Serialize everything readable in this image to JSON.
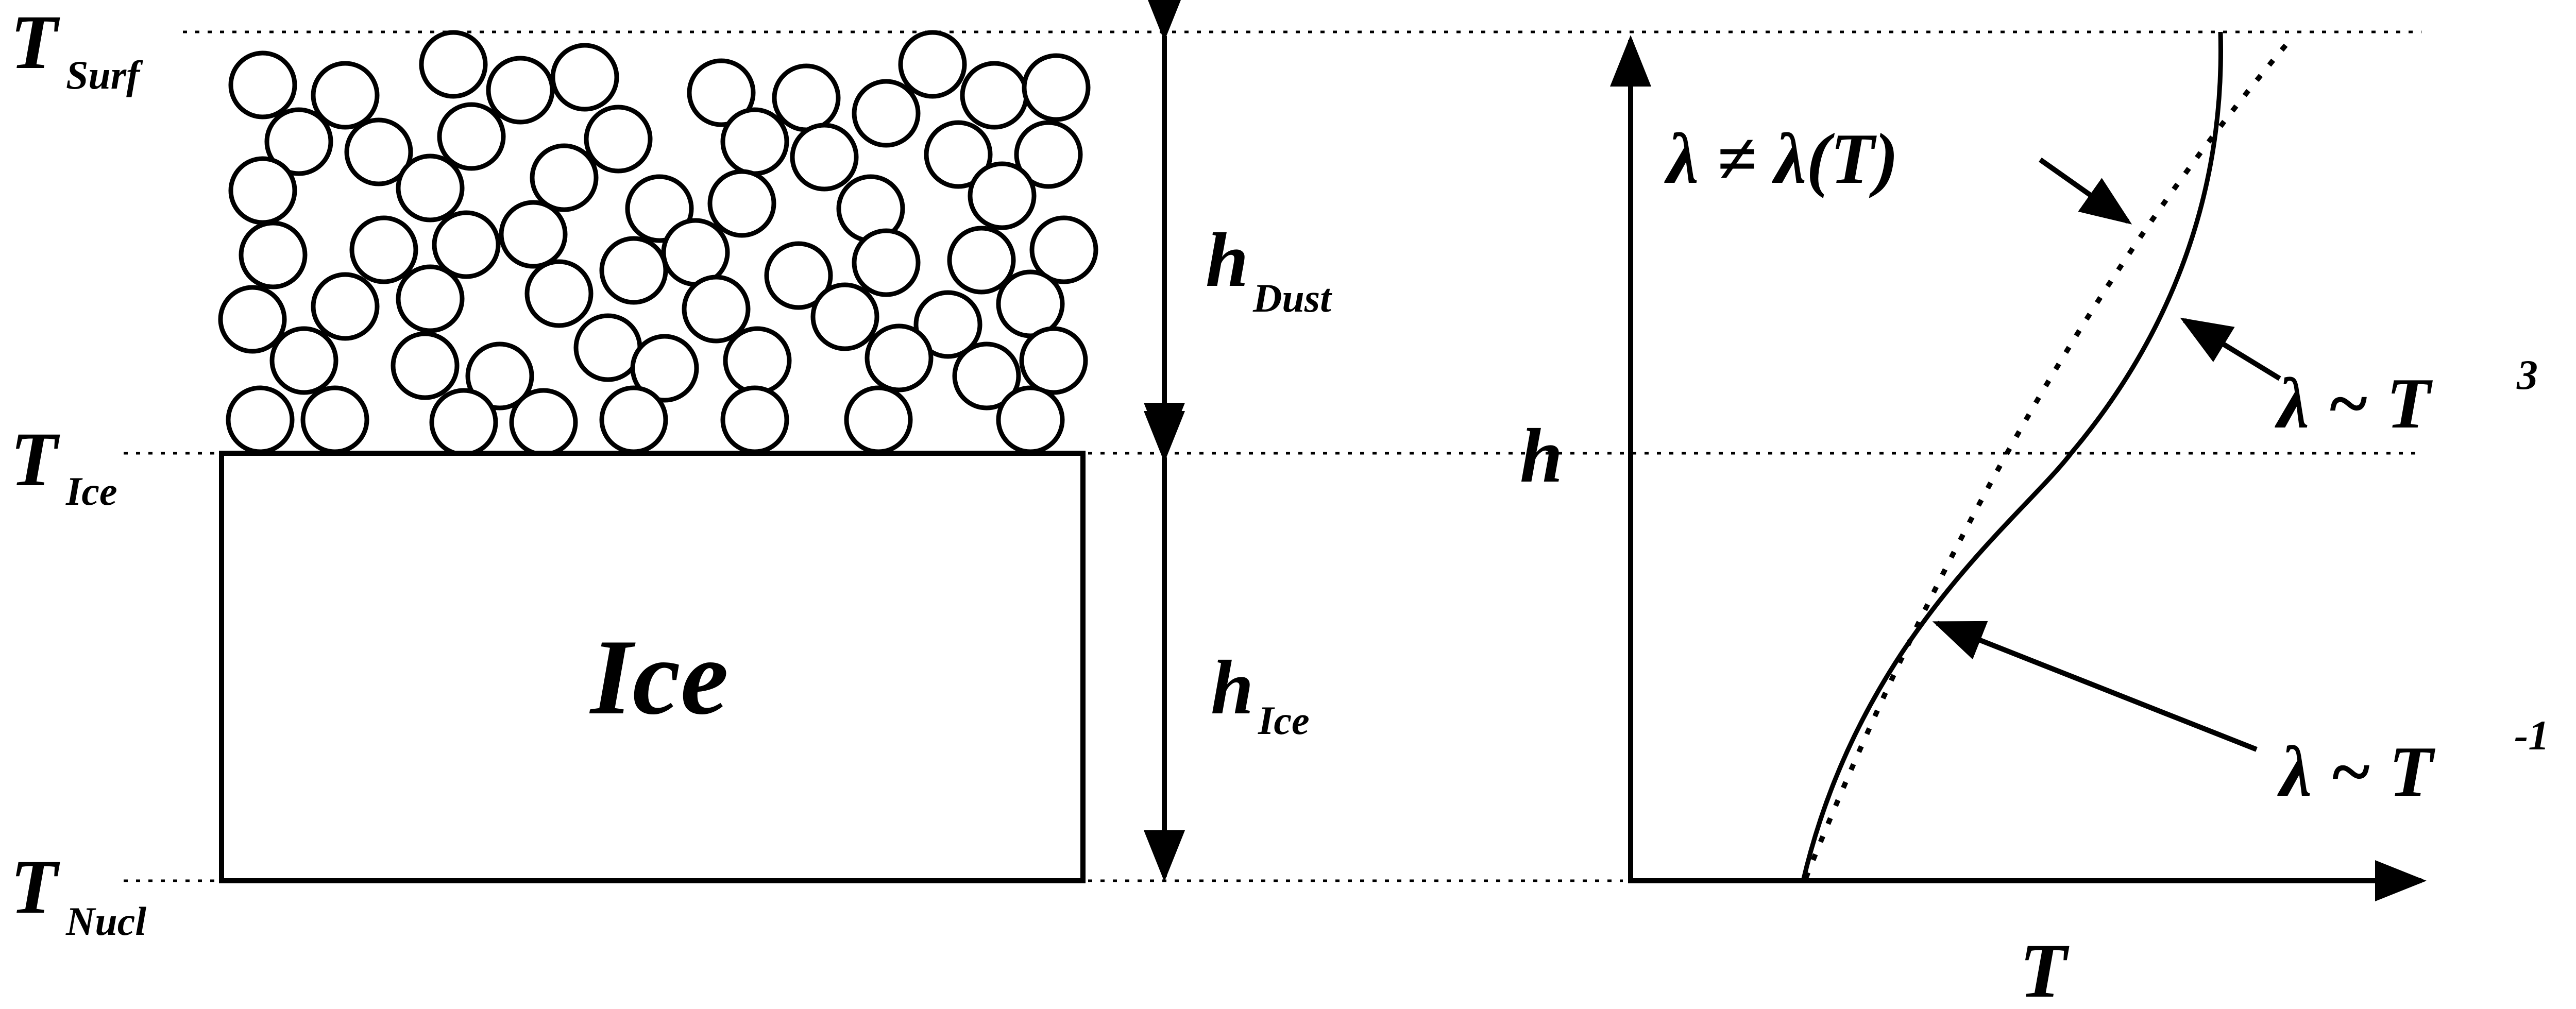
{
  "levels": {
    "surf": {
      "symbol": "T",
      "sub": "Surf"
    },
    "ice": {
      "symbol": "T",
      "sub": "Ice"
    },
    "nucl": {
      "symbol": "T",
      "sub": "Nucl"
    }
  },
  "thickness": {
    "dust": {
      "symbol": "h",
      "sub": "Dust"
    },
    "ice": {
      "symbol": "h",
      "sub": "Ice"
    }
  },
  "ice_block_label": "Ice",
  "plot": {
    "y_axis_label": "h",
    "x_axis_label": "T",
    "labels": {
      "const_conductivity": "λ ≠ λ(T)",
      "dust_law_base": "λ ~ T",
      "dust_law_exp": "3",
      "ice_law_base": "λ ~ T",
      "ice_law_exp": "-1"
    }
  },
  "colors": {
    "ink": "#000000",
    "background": "#ffffff"
  }
}
